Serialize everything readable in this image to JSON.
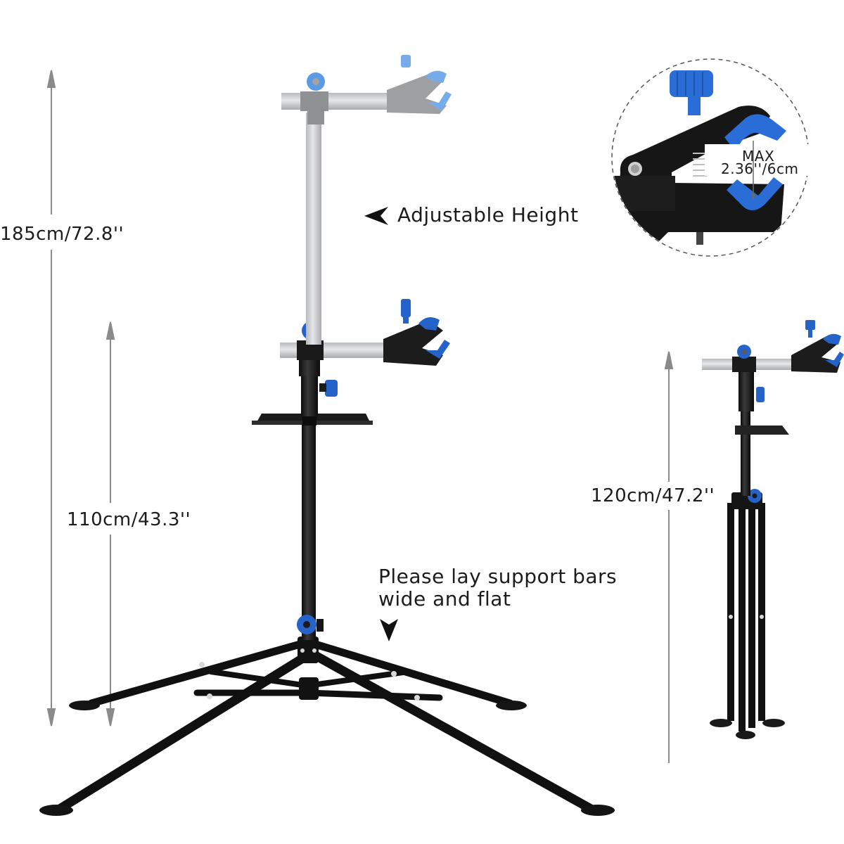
{
  "product": {
    "type": "bicycle repair stand",
    "colors": {
      "frame": "#141414",
      "upper_tube": "#cfd0d2",
      "knob_blue": "#2563c9",
      "dimension_line": "#8a8a8a",
      "text": "#1c1c1c",
      "background": "#ffffff"
    }
  },
  "dimensions": {
    "max_height": "185cm/72.8''",
    "min_height": "110cm/43.3''",
    "folded_height": "120cm/47.2''"
  },
  "callouts": {
    "adjustable_height": "Adjustable Height",
    "support_bars_line1": "Please lay support bars",
    "support_bars_line2": "wide and flat"
  },
  "clamp_detail": {
    "max_label": "MAX",
    "max_value": "2.36''/6cm"
  },
  "icons": {
    "left_arrow": "arrowhead-left-icon",
    "down_arrow": "arrowhead-down-icon"
  }
}
